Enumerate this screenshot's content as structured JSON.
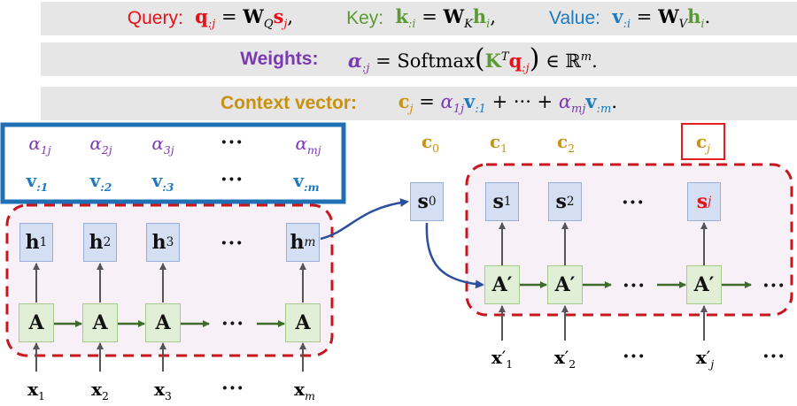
{
  "header": {
    "query_label": "Query:",
    "query_formula": "q:j = WQ sj,",
    "key_label": "Key:",
    "key_formula": "k:i = WK hi,",
    "value_label": "Value:",
    "value_formula": "v:i = WV hi.",
    "weights_label": "Weights:",
    "weights_formula": "α:j = Softmax(KT q:j) ∈ ℝm.",
    "context_label": "Context vector:",
    "context_formula": "cj = α1j v:1 + ··· + αmj v:m."
  },
  "legend_box": {
    "alphas": [
      "α1j",
      "α2j",
      "α3j",
      "···",
      "αmj"
    ],
    "values": [
      "v:1",
      "v:2",
      "v:3",
      "···",
      "v:m"
    ]
  },
  "encoder": {
    "hidden": [
      "h1",
      "h2",
      "h3",
      "···",
      "hm"
    ],
    "cells": [
      "A",
      "A",
      "A",
      "···",
      "A"
    ],
    "inputs": [
      "x1",
      "x2",
      "x3",
      "···",
      "xm"
    ]
  },
  "decoder": {
    "s0": "s0",
    "contexts": [
      "c0",
      "c1",
      "c2",
      "cj"
    ],
    "states": [
      "s1",
      "s2",
      "···",
      "sj"
    ],
    "cells": [
      "A′",
      "A′",
      "···",
      "A′",
      "···"
    ],
    "inputs": [
      "x′1",
      "x′2",
      "···",
      "x′j",
      "···"
    ]
  },
  "colors": {
    "query": "#e8101a",
    "key": "#5a9a32",
    "value": "#1e7ac2",
    "weights": "#7a3ab0",
    "context": "#c9920e",
    "dashed_border": "#c8161d",
    "legend_border": "#1f6fb5"
  }
}
